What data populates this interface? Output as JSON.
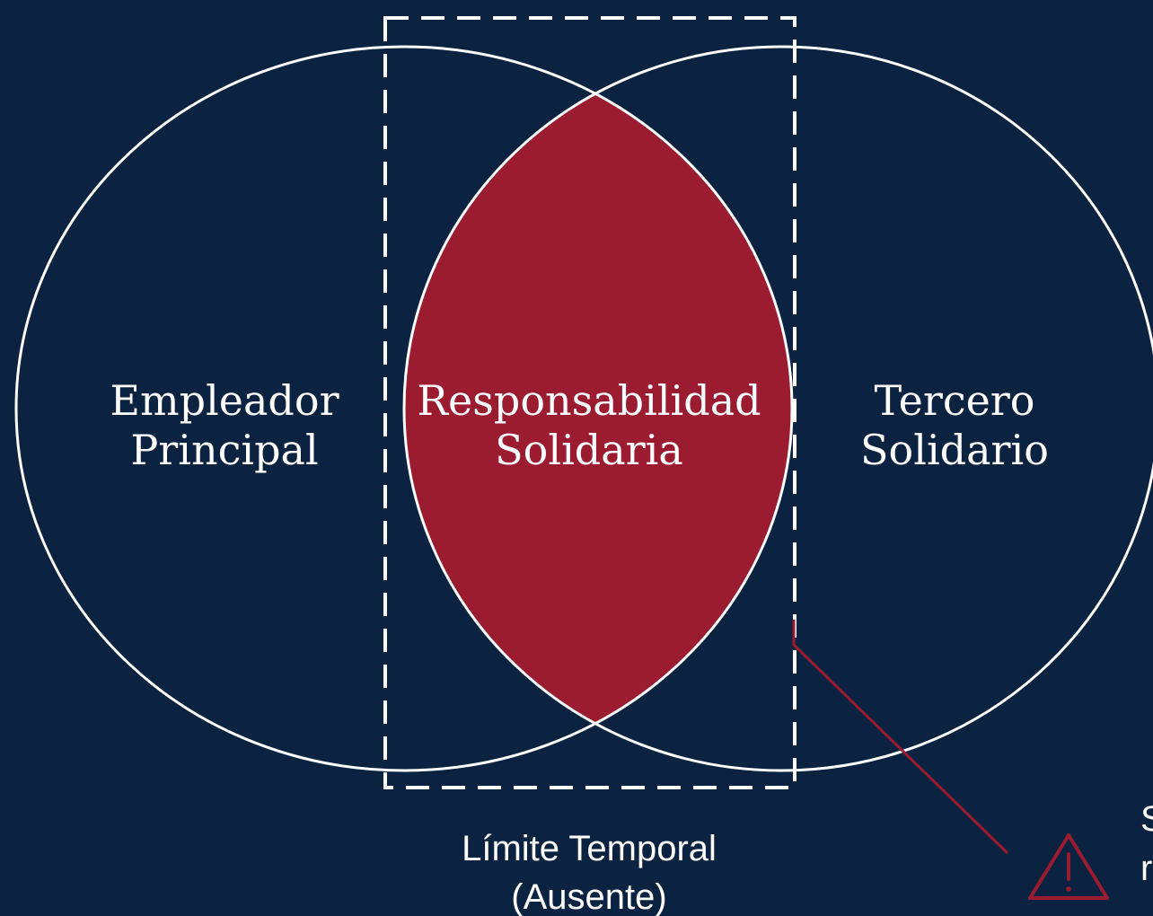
{
  "diagram": {
    "left_set": {
      "line1": "Empleador",
      "line2": "Principal"
    },
    "right_set": {
      "line1": "Tercero",
      "line2": "Solidario"
    },
    "intersection": {
      "line1": "Responsabilidad",
      "line2": "Solidaria"
    },
    "boundary": {
      "line1": "Límite Temporal",
      "line2": "(Ausente)"
    },
    "callout": {
      "icon": "warning-triangle-icon",
      "cropped_text_line1": "S",
      "cropped_text_line2": "r"
    }
  },
  "colors": {
    "background": "#0b2340",
    "outline": "#ffffff",
    "intersection_fill": "#9b1b30",
    "warning_accent": "#9b1b30"
  }
}
